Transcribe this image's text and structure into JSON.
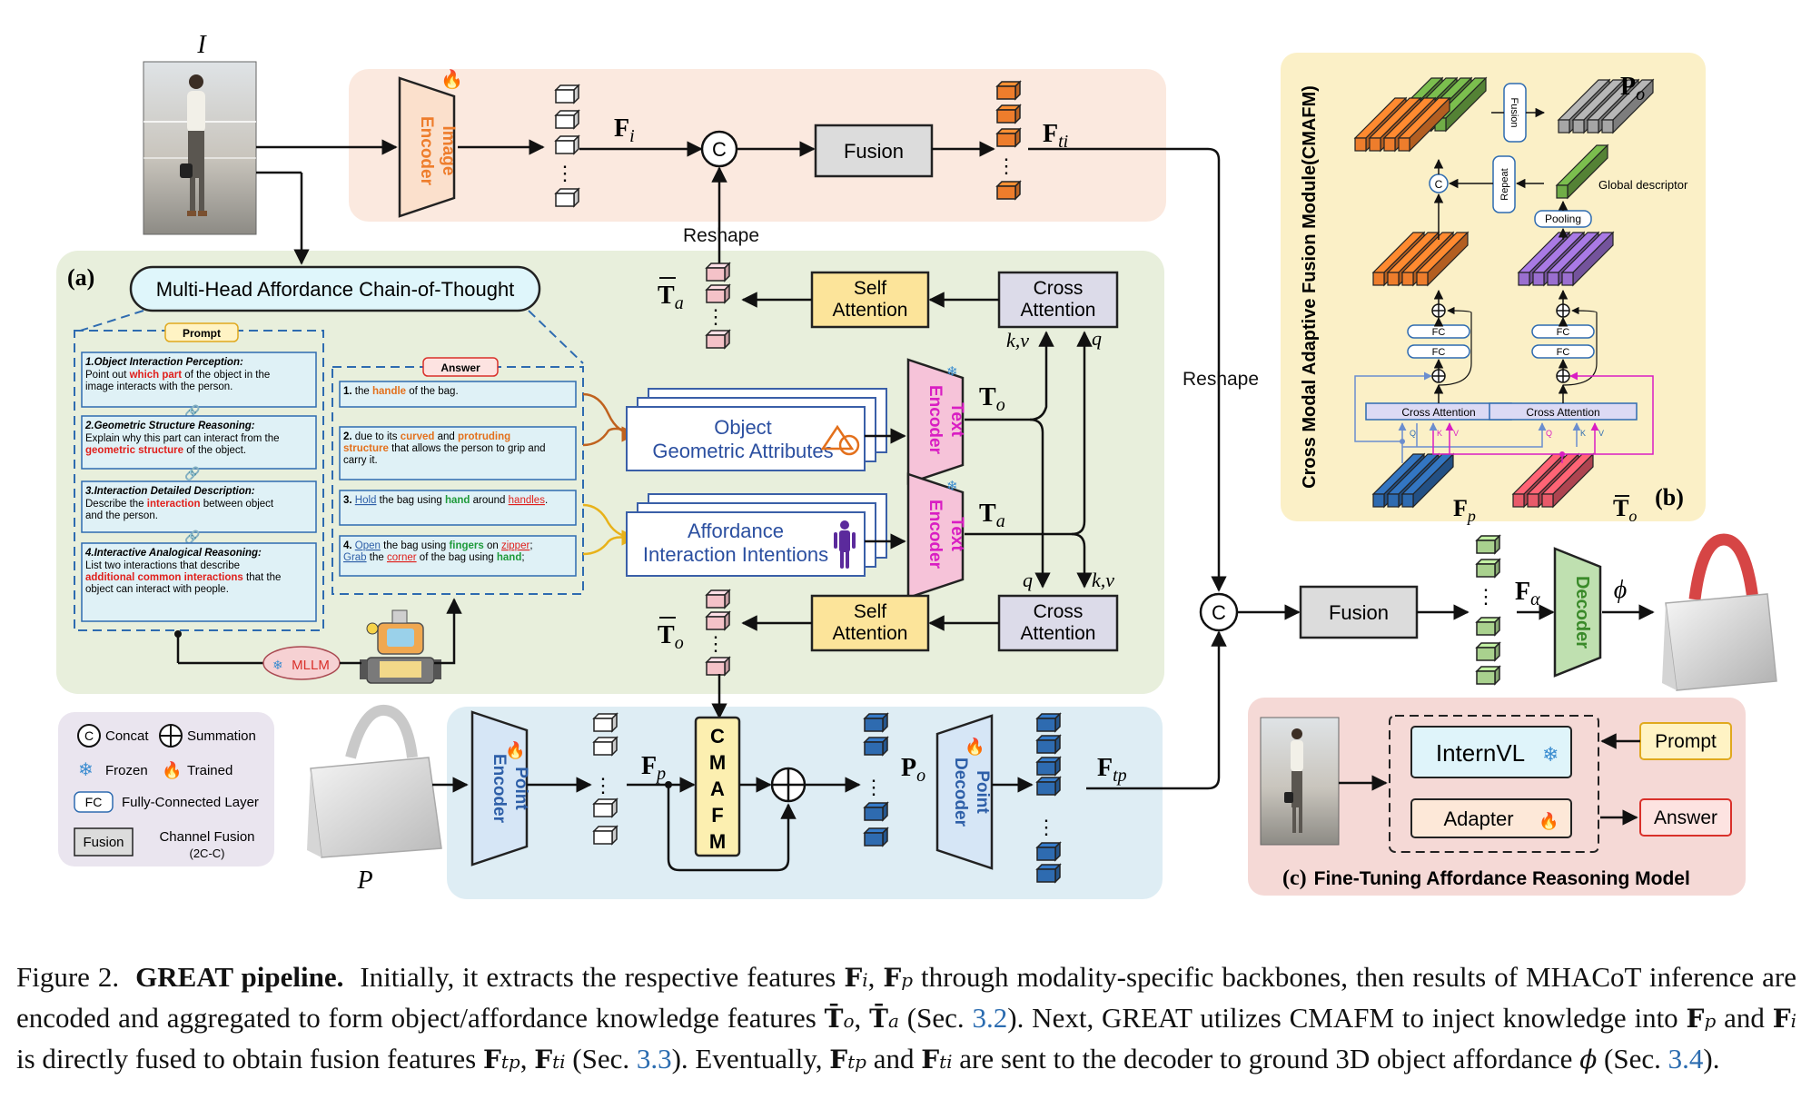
{
  "image_label": "I",
  "point_label": "P",
  "image_encoder": {
    "line1": "Image",
    "line2": "Encoder"
  },
  "point_encoder": {
    "line1": "Point",
    "line2": "Encoder"
  },
  "point_decoder": {
    "line1": "Point",
    "line2": "Decoder"
  },
  "text_encoder": {
    "line1": "Text",
    "line2": "Encoder"
  },
  "decoder": "Decoder",
  "fusion": "Fusion",
  "reshape": "Reshape",
  "concat_symbol": "C",
  "feat": {
    "Fi": "F",
    "Fi_sub": "i",
    "Fti": "F",
    "Fti_sub": "ti",
    "Fp": "F",
    "Fp_sub": "p",
    "Po": "P",
    "Po_sub": "o",
    "Ftp": "F",
    "Ftp_sub": "tp",
    "Fa": "F",
    "Fa_sub": "α",
    "Ta": "T",
    "Ta_sub": "a",
    "To": "T",
    "To_sub": "o",
    "phi": "ϕ",
    "kv": "k,v",
    "q": "q"
  },
  "section_a": {
    "label": "(a)",
    "title": "Multi-Head Affordance Chain-of-Thought",
    "prompt_tag": "Prompt",
    "answer_tag": "Answer",
    "prompts": [
      {
        "head": "1.Object Interaction Perception:",
        "pre": "Point out ",
        "hl": "which part",
        "post": " of the object in the image interacts with the person."
      },
      {
        "head": "2.Geometric Structure Reasoning:",
        "pre": "Explain why this part can interact from the ",
        "hl": "geometric structure",
        "post": " of the object."
      },
      {
        "head": "3.Interaction Detailed Description:",
        "pre": "Describe the ",
        "hl": "interaction",
        "post": " between object and the person."
      },
      {
        "head": "4.Interactive Analogical Reasoning:",
        "pre": "List two interactions that describe ",
        "hl": "additional common interactions",
        "post": " that the object can interact with people."
      }
    ],
    "answers": [
      {
        "l1": "1. the handle of the bag."
      },
      {
        "l1": "2. due to its curved and protruding structure that allows the person to grip and carry it."
      },
      {
        "l1": "3. Hold the bag using hand around handles."
      },
      {
        "l1": "4. Open the bag using fingers on zipper; Grab the corner of the bag using hand;"
      }
    ],
    "object_attr": {
      "line1": "Object",
      "line2": "Geometric Attributes"
    },
    "afford_intent": {
      "line1": "Affordance",
      "line2": "Interaction Intentions"
    },
    "self_attention": {
      "line1": "Self",
      "line2": "Attention"
    },
    "cross_attention": {
      "line1": "Cross",
      "line2": "Attention"
    },
    "mllm": "MLLM"
  },
  "section_b": {
    "label": "(b)",
    "title": "Cross Modal Adaptive Fusion Module(CMAFM)",
    "fusion": "Fusion",
    "repeat": "Repeat",
    "pooling": "Pooling",
    "global_descriptor": "Global descriptor",
    "fc": "FC",
    "cross_attention": "Cross Attention",
    "q": "Q",
    "k": "K",
    "v": "V"
  },
  "section_c": {
    "label": "(c)",
    "title": "Fine-Tuning Affordance Reasoning Model",
    "internvl": "InternVL",
    "adapter": "Adapter",
    "prompt": "Prompt",
    "answer": "Answer"
  },
  "cmafm_block": [
    "C",
    "M",
    "A",
    "F",
    "M"
  ],
  "legend": {
    "concat": "Concat",
    "summation": "Summation",
    "frozen": "Frozen",
    "trained": "Trained",
    "fc_box": "FC",
    "fc_desc": "Fully-Connected Layer",
    "fusion_box": "Fusion",
    "fusion_desc1": "Channel Fusion",
    "fusion_desc2": "(2C-C)"
  },
  "caption": {
    "fig": "Figure 2.",
    "title": "GREAT pipeline.",
    "t1": "Initially, it extracts the respective features",
    "m1": "F",
    "t2": "through modality-specific backbones, then results of MHACoT inference are encoded and aggregated to form object/affordance knowledge features",
    "t3": "(Sec.",
    "r1": "3.2",
    "t4": "). Next, GREAT utilizes CMAFM to inject knowledge into",
    "t5": "and",
    "t6": "is directly fused to obtain fusion features",
    "t7": "(Sec.",
    "r2": "3.3",
    "t8": "). Eventually,",
    "t9": "and",
    "t10": "are sent to the decoder to ground 3D object affordance",
    "t11": "(Sec.",
    "r3": "3.4",
    "t12": ")."
  },
  "colors": {
    "image_branch_bg": "#fbe9df",
    "text_branch_bg": "#e8efdc",
    "point_branch_bg": "#deedf4",
    "cmafm_bg": "#fbf0c7",
    "finetune_bg": "#f5d9d6",
    "legend_bg": "#eae5ef",
    "orange_block": "#ee7d2c",
    "blue_block": "#2e6bb0",
    "green_block": "#a9d18e",
    "pink_block": "#f4c2c8",
    "purple": "#9a6fd0",
    "red_hl": "#e0201c",
    "magenta": "#d91ec3"
  }
}
